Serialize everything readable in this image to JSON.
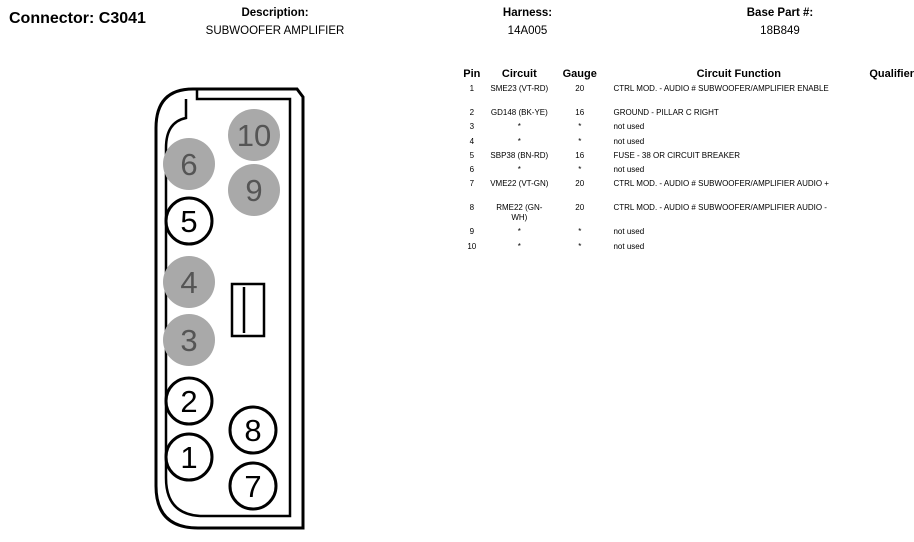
{
  "header": {
    "connector_title": "Connector: C3041",
    "description_label": "Description:",
    "description_value": "SUBWOOFER AMPLIFIER",
    "harness_label": "Harness:",
    "harness_value": "14A005",
    "base_part_label": "Base Part #:",
    "base_part_value": "18B849"
  },
  "connector_pins": [
    {
      "pin": "10",
      "used": false
    },
    {
      "pin": "6",
      "used": false
    },
    {
      "pin": "9",
      "used": false
    },
    {
      "pin": "5",
      "used": true
    },
    {
      "pin": "4",
      "used": false
    },
    {
      "pin": "3",
      "used": false
    },
    {
      "pin": "2",
      "used": true
    },
    {
      "pin": "8",
      "used": true
    },
    {
      "pin": "1",
      "used": true
    },
    {
      "pin": "7",
      "used": true
    }
  ],
  "colors": {
    "used_pin_fill": "#ffffff",
    "unused_pin_fill": "#a9a9a9",
    "unused_pin_text": "#555555",
    "outline": "#000000"
  },
  "table": {
    "headers": {
      "pin": "Pin",
      "circuit": "Circuit",
      "gauge": "Gauge",
      "function": "Circuit Function",
      "qualifier": "Qualifier"
    },
    "rows": [
      {
        "pin": "1",
        "circuit": "SME23 (VT-RD)",
        "gauge": "20",
        "function": "CTRL MOD. - AUDIO # SUBWOOFER/AMPLIFIER ENABLE",
        "qualifier": ""
      },
      {
        "pin": "2",
        "circuit": "GD148 (BK-YE)",
        "gauge": "16",
        "function": "GROUND - PILLAR C RIGHT",
        "qualifier": ""
      },
      {
        "pin": "3",
        "circuit": "*",
        "gauge": "*",
        "function": "not used",
        "qualifier": ""
      },
      {
        "pin": "4",
        "circuit": "*",
        "gauge": "*",
        "function": "not used",
        "qualifier": ""
      },
      {
        "pin": "5",
        "circuit": "SBP38 (BN-RD)",
        "gauge": "16",
        "function": "FUSE - 38 OR CIRCUIT BREAKER",
        "qualifier": ""
      },
      {
        "pin": "6",
        "circuit": "*",
        "gauge": "*",
        "function": "not used",
        "qualifier": ""
      },
      {
        "pin": "7",
        "circuit": "VME22 (VT-GN)",
        "gauge": "20",
        "function": "CTRL MOD. - AUDIO # SUBWOOFER/AMPLIFIER AUDIO +",
        "qualifier": ""
      },
      {
        "pin": "8",
        "circuit": "RME22 (GN-WH)",
        "gauge": "20",
        "function": "CTRL MOD. - AUDIO # SUBWOOFER/AMPLIFIER AUDIO -",
        "qualifier": ""
      },
      {
        "pin": "9",
        "circuit": "*",
        "gauge": "*",
        "function": "not used",
        "qualifier": ""
      },
      {
        "pin": "10",
        "circuit": "*",
        "gauge": "*",
        "function": "not used",
        "qualifier": ""
      }
    ]
  }
}
